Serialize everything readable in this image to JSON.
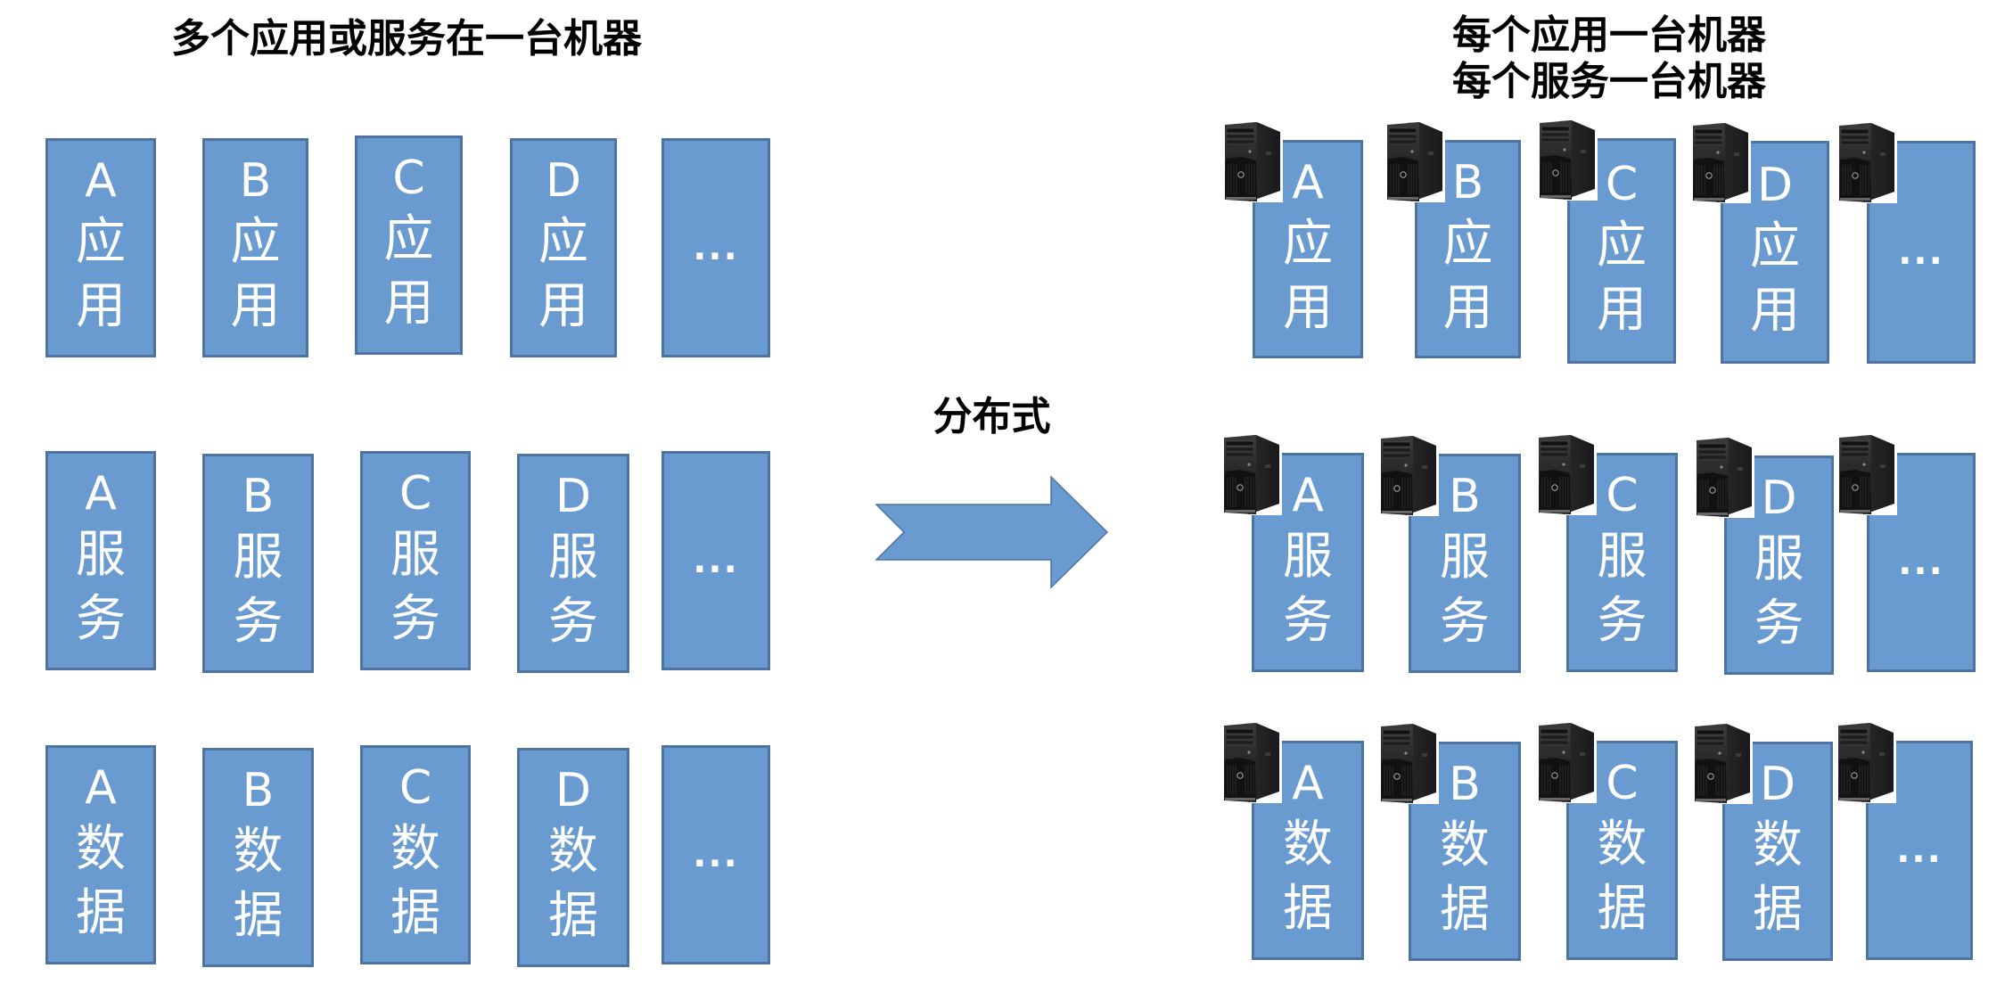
{
  "left_panel": {
    "title": "多个应用或服务在一台机器",
    "rows": [
      {
        "name": "applications",
        "cells": [
          {
            "letter": "A",
            "label": [
              "应",
              "用"
            ]
          },
          {
            "letter": "B",
            "label": [
              "应",
              "用"
            ]
          },
          {
            "letter": "C",
            "label": [
              "应",
              "用"
            ]
          },
          {
            "letter": "D",
            "label": [
              "应",
              "用"
            ]
          },
          {
            "ellipsis": "..."
          }
        ]
      },
      {
        "name": "services",
        "cells": [
          {
            "letter": "A",
            "label": [
              "服",
              "务"
            ]
          },
          {
            "letter": "B",
            "label": [
              "服",
              "务"
            ]
          },
          {
            "letter": "C",
            "label": [
              "服",
              "务"
            ]
          },
          {
            "letter": "D",
            "label": [
              "服",
              "务"
            ]
          },
          {
            "ellipsis": "..."
          }
        ]
      },
      {
        "name": "data",
        "cells": [
          {
            "letter": "A",
            "label": [
              "数",
              "据"
            ]
          },
          {
            "letter": "B",
            "label": [
              "数",
              "据"
            ]
          },
          {
            "letter": "C",
            "label": [
              "数",
              "据"
            ]
          },
          {
            "letter": "D",
            "label": [
              "数",
              "据"
            ]
          },
          {
            "ellipsis": "..."
          }
        ]
      }
    ]
  },
  "transition": {
    "label": "分布式",
    "icon": "right-arrow-icon"
  },
  "right_panel": {
    "title_lines": [
      "每个应用一台机器",
      "每个服务一台机器"
    ],
    "machine_icon": "server-tower-icon",
    "rows": [
      {
        "name": "applications",
        "cells": [
          {
            "letter": "A",
            "label": [
              "应",
              "用"
            ]
          },
          {
            "letter": "B",
            "label": [
              "应",
              "用"
            ]
          },
          {
            "letter": "C",
            "label": [
              "应",
              "用"
            ]
          },
          {
            "letter": "D",
            "label": [
              "应",
              "用"
            ]
          },
          {
            "ellipsis": "..."
          }
        ]
      },
      {
        "name": "services",
        "cells": [
          {
            "letter": "A",
            "label": [
              "服",
              "务"
            ]
          },
          {
            "letter": "B",
            "label": [
              "服",
              "务"
            ]
          },
          {
            "letter": "C",
            "label": [
              "服",
              "务"
            ]
          },
          {
            "letter": "D",
            "label": [
              "服",
              "务"
            ]
          },
          {
            "ellipsis": "..."
          }
        ]
      },
      {
        "name": "data",
        "cells": [
          {
            "letter": "A",
            "label": [
              "数",
              "据"
            ]
          },
          {
            "letter": "B",
            "label": [
              "数",
              "据"
            ]
          },
          {
            "letter": "C",
            "label": [
              "数",
              "据"
            ]
          },
          {
            "letter": "D",
            "label": [
              "数",
              "据"
            ]
          },
          {
            "ellipsis": "..."
          }
        ]
      }
    ]
  },
  "colors": {
    "box_fill": "#6a9bd0",
    "box_border": "#4f73a0",
    "box_text": "#ffffff",
    "title_text": "#000000",
    "arrow_fill": "#6a9bd0"
  }
}
